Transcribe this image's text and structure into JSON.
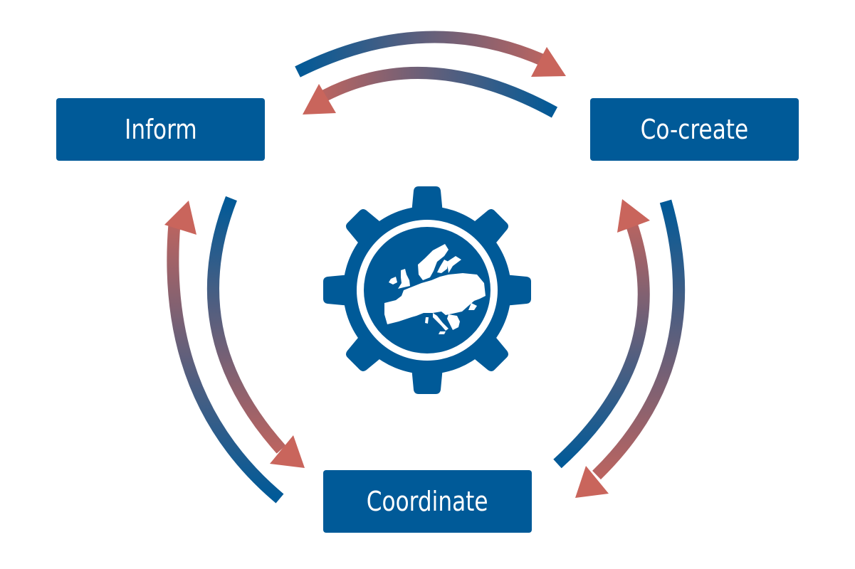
{
  "diagram": {
    "nodes": [
      {
        "id": "inform",
        "label": "Inform"
      },
      {
        "id": "cocreate",
        "label": "Co-create"
      },
      {
        "id": "coordinate",
        "label": "Coordinate"
      }
    ],
    "center_icon": "gear-with-europe-map-icon",
    "edges": [
      {
        "from": "inform",
        "to": "cocreate"
      },
      {
        "from": "cocreate",
        "to": "inform"
      },
      {
        "from": "cocreate",
        "to": "coordinate"
      },
      {
        "from": "coordinate",
        "to": "cocreate"
      },
      {
        "from": "coordinate",
        "to": "inform"
      },
      {
        "from": "inform",
        "to": "coordinate"
      }
    ]
  },
  "colors": {
    "primary": "#005a98",
    "arrow_head": "#c9655c",
    "background": "#ffffff"
  }
}
